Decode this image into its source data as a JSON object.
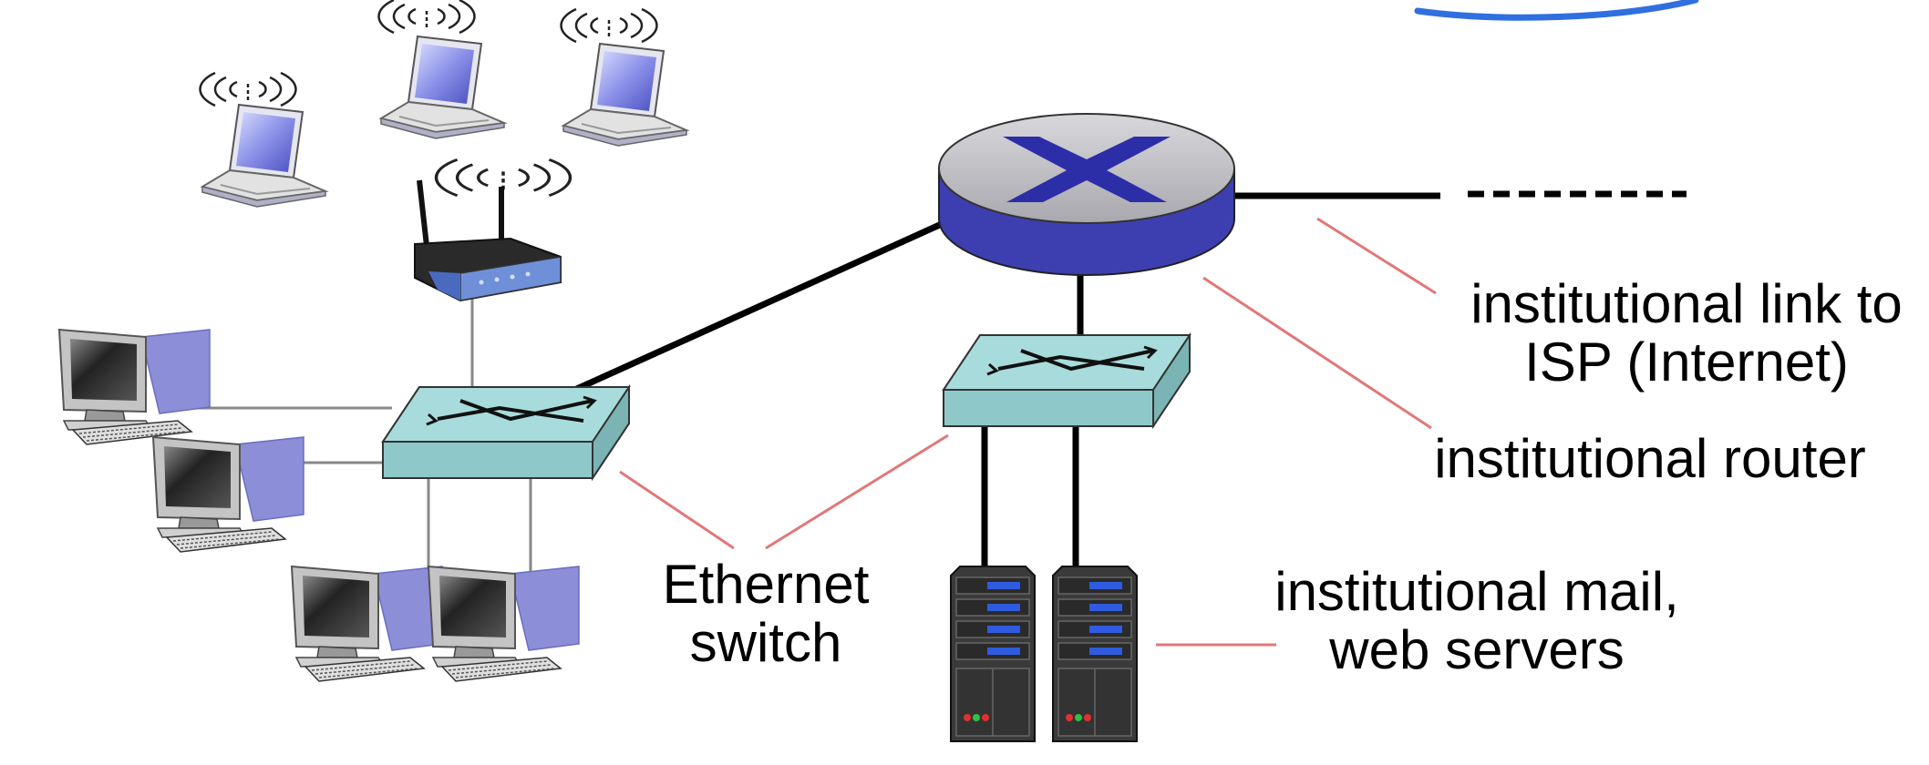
{
  "labels": {
    "isp_link_line1": "institutional link to",
    "isp_link_line2": "ISP (Internet)",
    "router": "institutional router",
    "switch_line1": "Ethernet",
    "switch_line2": "switch",
    "servers_line1": "institutional mail,",
    "servers_line2": "web servers"
  },
  "colors": {
    "router_top": "#c4c4c8",
    "router_body": "#3d3fb0",
    "router_cross": "#2c2ea8",
    "switch_face": "#9fd4d4",
    "callout_line": "#e07878",
    "annotation_stroke": "#2f6fe0",
    "link": "#000000",
    "wired_link": "#888888",
    "monitor_screen": "#7a7fd8"
  },
  "icons": [
    "laptop-icon",
    "wifi-router-icon",
    "desktop-computer-icon",
    "ethernet-switch-icon",
    "router-icon",
    "server-icon"
  ]
}
